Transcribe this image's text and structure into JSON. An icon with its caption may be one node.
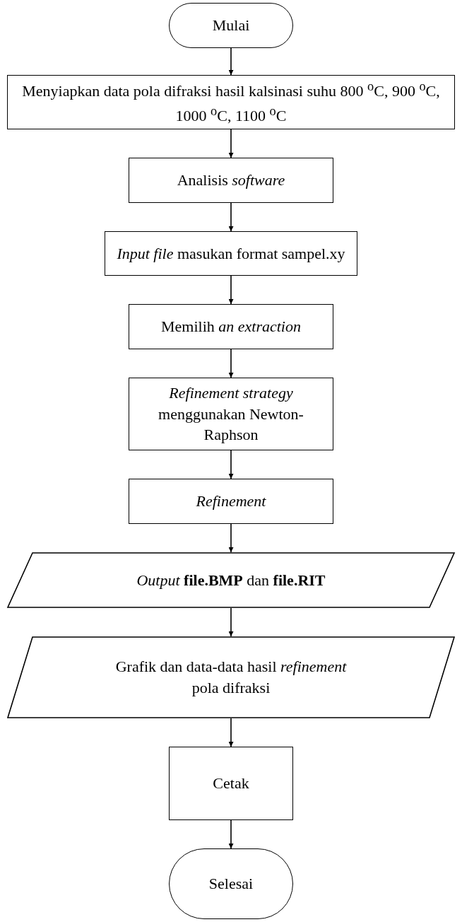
{
  "diagram": {
    "nodes": [
      {
        "text": [
          "Mulai"
        ]
      },
      {
        "text": [
          "Menyiapkan data pola difraksi hasil kalsinasi suhu 800 $^{o}$C, 900 $^{o}$C, 1000 $^{o}$C, 1100 $^{o}$C"
        ]
      },
      {
        "text": [
          "Analisis *software*"
        ]
      },
      {
        "text": [
          "*Input file* masukan format sampel.xy"
        ]
      },
      {
        "text": [
          "Memilih *an extraction*"
        ]
      },
      {
        "text": [
          "*Refinement strategy* menggunakan Newton-Raphson"
        ]
      },
      {
        "text": [
          "Refinement"
        ]
      },
      {
        "text": [
          "*Output* **file.BMP** dan **file.RIT**"
        ]
      },
      {
        "text": [
          "Grafik dan data-data hasil *refinement* pola difraksi"
        ]
      },
      {
        "text": [
          "Cetak"
        ]
      },
      {
        "text": [
          "Selesai"
        ]
      }
    ],
    "edges": [
      {
        "from": 0,
        "to": 1,
        "arrow": "to"
      },
      {
        "from": 1,
        "to": 2,
        "arrow": "to"
      },
      {
        "from": 2,
        "to": 3,
        "arrow": "to"
      },
      {
        "from": 3,
        "to": 4,
        "arrow": "to"
      },
      {
        "from": 4,
        "to": 5,
        "arrow": "to"
      },
      {
        "from": 5,
        "to": 6,
        "arrow": "to"
      },
      {
        "from": 6,
        "to": 7,
        "arrow": "to"
      },
      {
        "from": 7,
        "to": 8,
        "arrow": "to"
      },
      {
        "from": 8,
        "to": 9,
        "arrow": "to"
      },
      {
        "from": 9,
        "to": 10,
        "arrow": "to"
      }
    ]
  }
}
